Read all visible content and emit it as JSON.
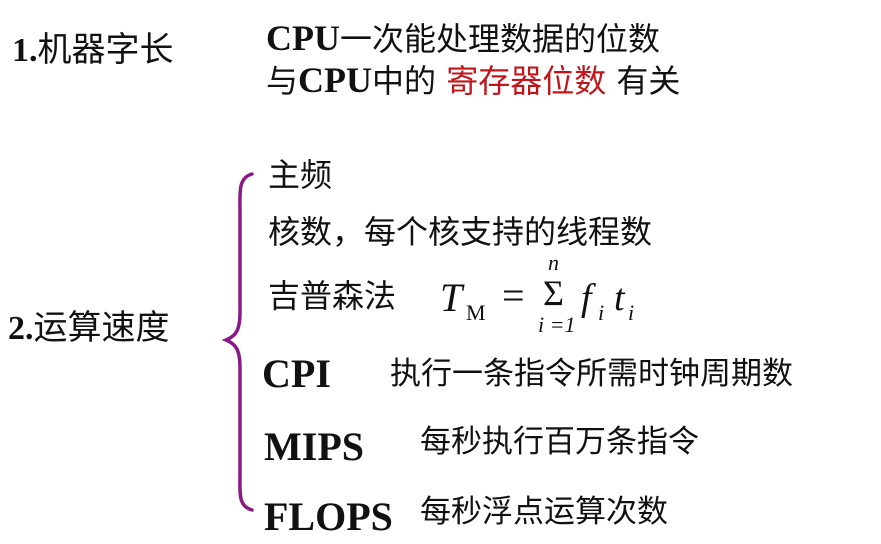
{
  "section1": {
    "number": "1.",
    "title": "机器字长",
    "line1_latin": "CPU",
    "line1_text": "一次能处理数据的位数",
    "line2_prefix": "与",
    "line2_latin": "CPU",
    "line2_mid": "中的",
    "line2_highlight": "寄存器位数",
    "line2_suffix": "有关",
    "highlight_color": "#c0151a"
  },
  "section2": {
    "number": "2.",
    "title": "运算速度",
    "brace_color": "#8b1a86",
    "items": [
      {
        "text": "主频"
      },
      {
        "text": "核数，每个核支持的线程数"
      },
      {
        "text": "吉普森法",
        "formula": {
          "lhs": "T",
          "lhs_sub": "M",
          "eq": "=",
          "sum_symbol": "Σ",
          "sum_upper": "n",
          "sum_lower": "i =1",
          "term1": "f",
          "term1_sub": "i",
          "term2": "t",
          "term2_sub": "i"
        }
      }
    ],
    "metrics": [
      {
        "name": "CPI",
        "description": "执行一条指令所需时钟周期数"
      },
      {
        "name": "MIPS",
        "description": "每秒执行百万条指令"
      },
      {
        "name": "FLOPS",
        "description": "每秒浮点运算次数"
      }
    ]
  }
}
